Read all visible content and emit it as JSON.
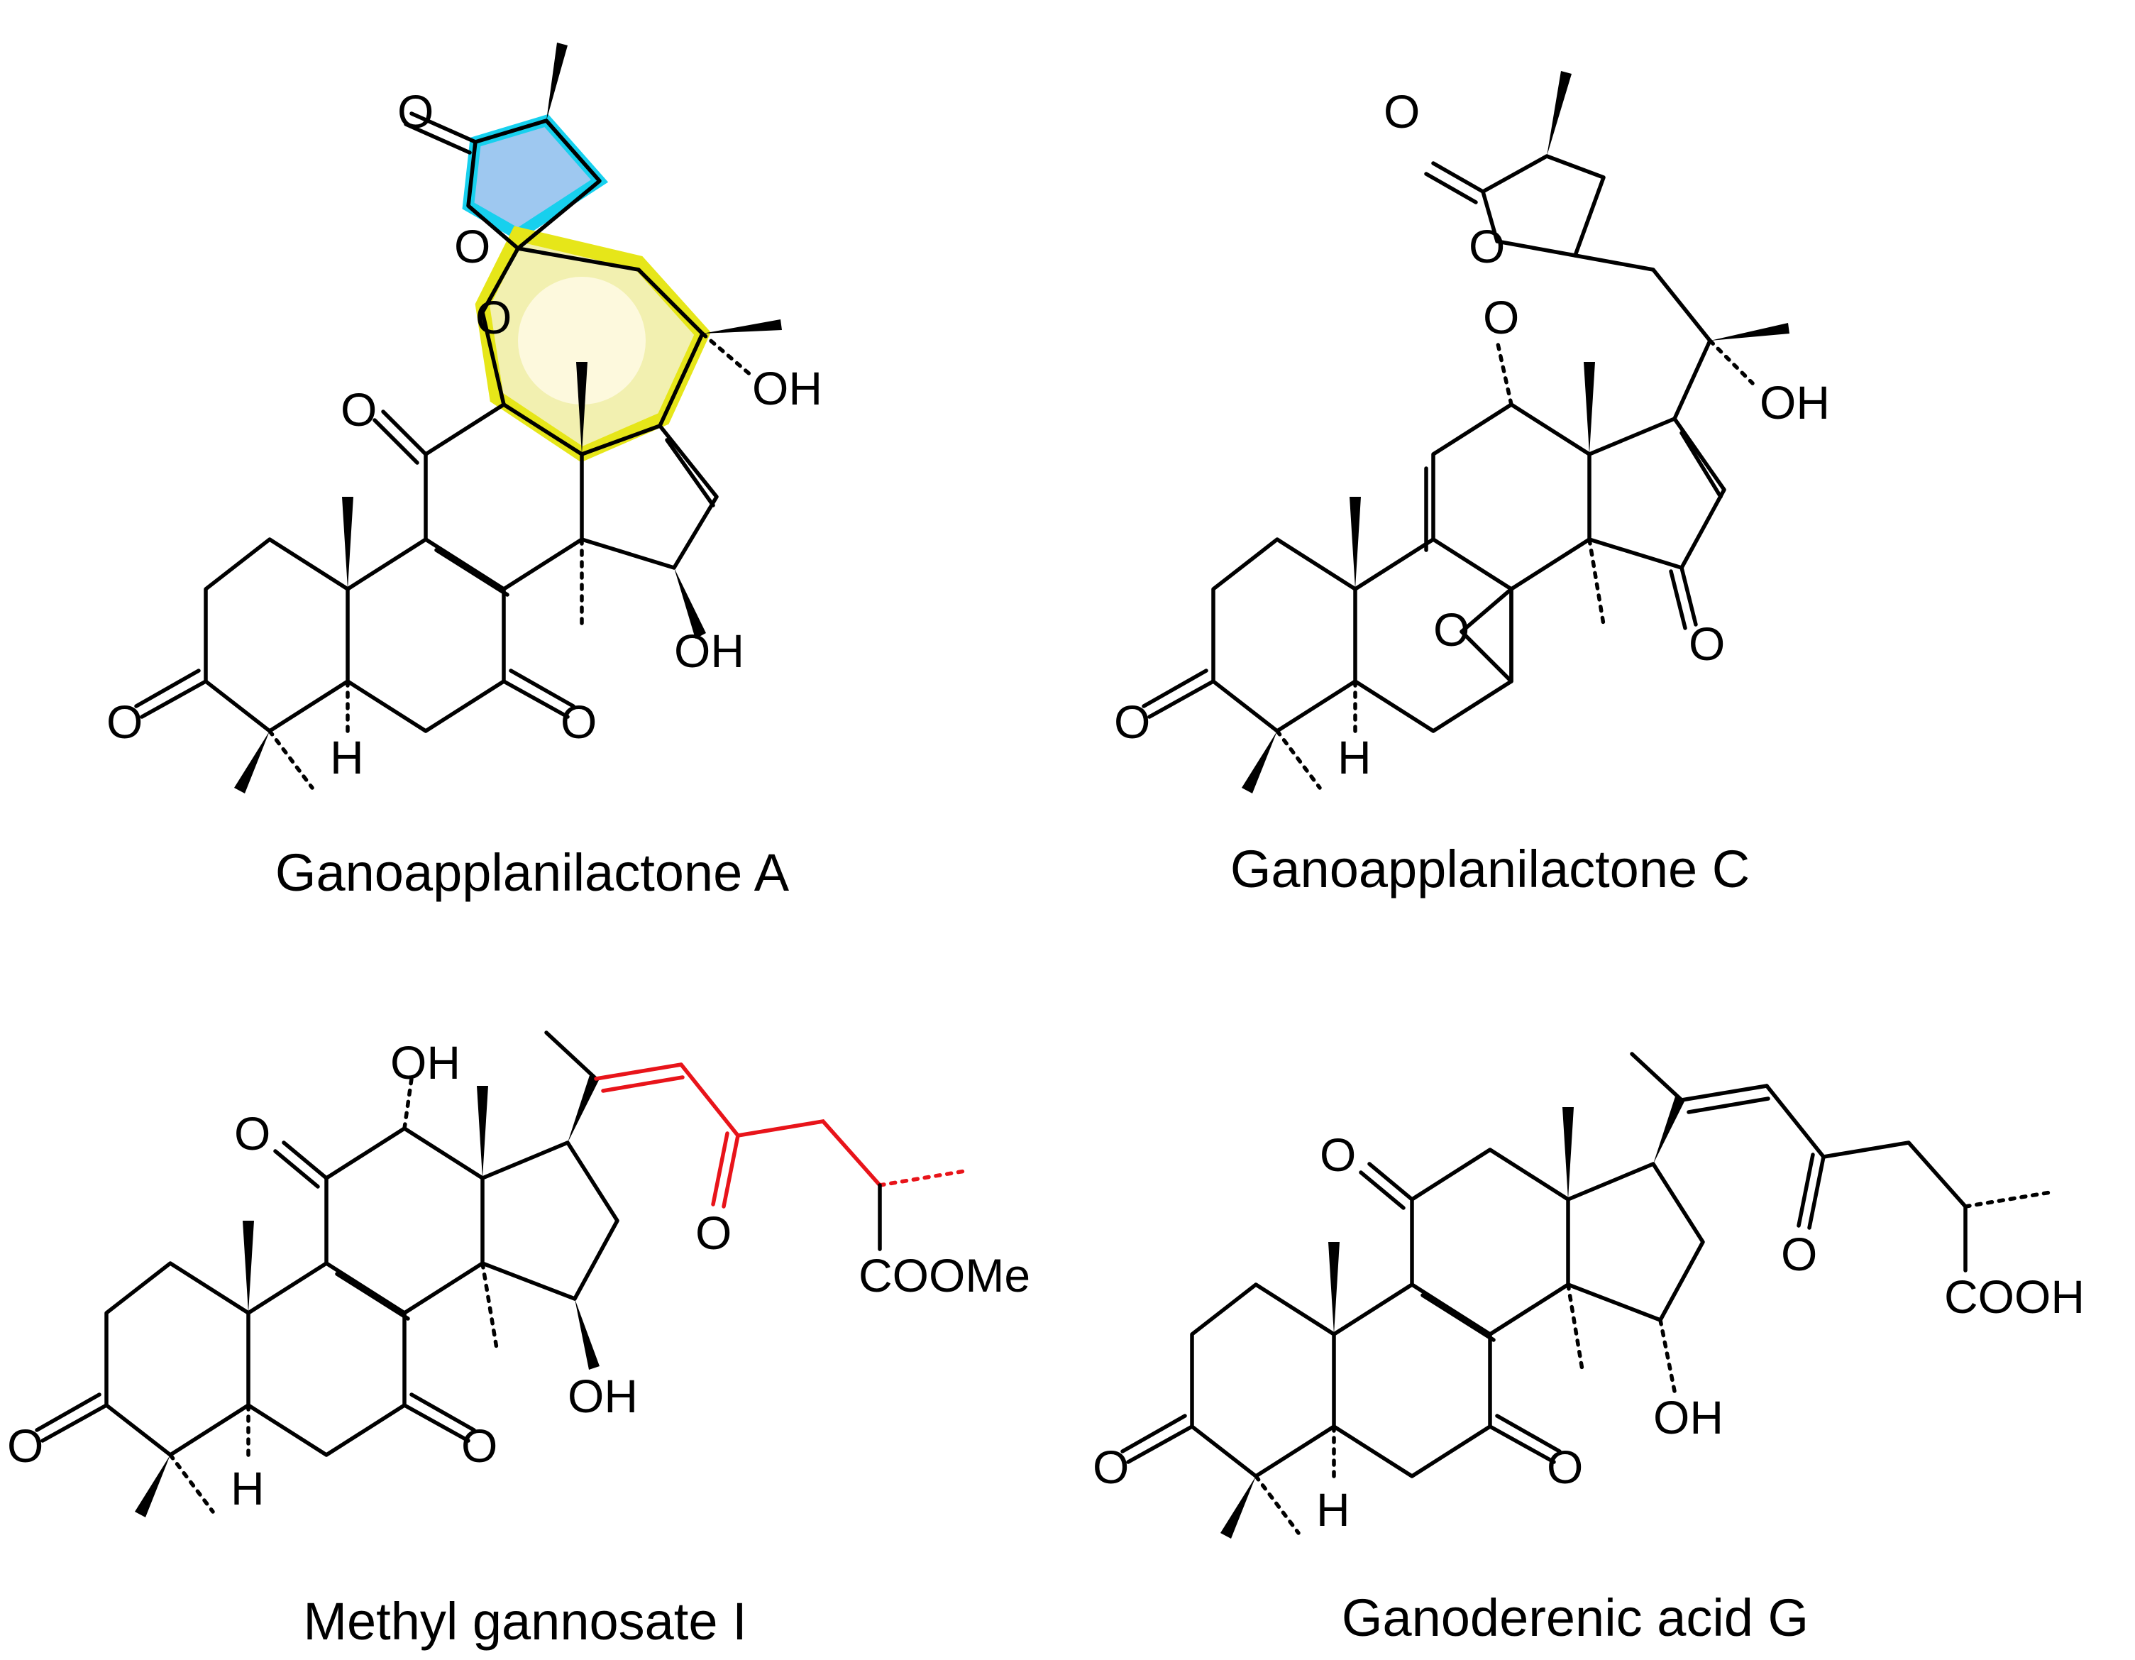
{
  "figure": {
    "molecules": [
      {
        "name": "Ganoapplanilactone A",
        "atom_labels": [
          "O",
          "O",
          "O",
          "OH",
          "O",
          "OH",
          "O",
          "H",
          "O"
        ],
        "highlights": [
          {
            "ring": "lactone",
            "color": "#17d0ee"
          },
          {
            "ring": "seven-membered",
            "color": "#e6e619"
          }
        ]
      },
      {
        "name": "Ganoapplanilactone C",
        "atom_labels": [
          "O",
          "O",
          "O",
          "OH",
          "O",
          "O",
          "O",
          "H"
        ],
        "highlights": []
      },
      {
        "name": "Methyl gannosate I",
        "atom_labels": [
          "OH",
          "O",
          "O",
          "COOMe",
          "OH",
          "O",
          "H",
          "O"
        ],
        "highlights": [
          {
            "segment": "side-chain",
            "color": "#e8141a"
          }
        ]
      },
      {
        "name": "Ganoderenic acid G",
        "atom_labels": [
          "O",
          "O",
          "COOH",
          "OH",
          "O",
          "H",
          "O"
        ],
        "highlights": []
      }
    ]
  }
}
